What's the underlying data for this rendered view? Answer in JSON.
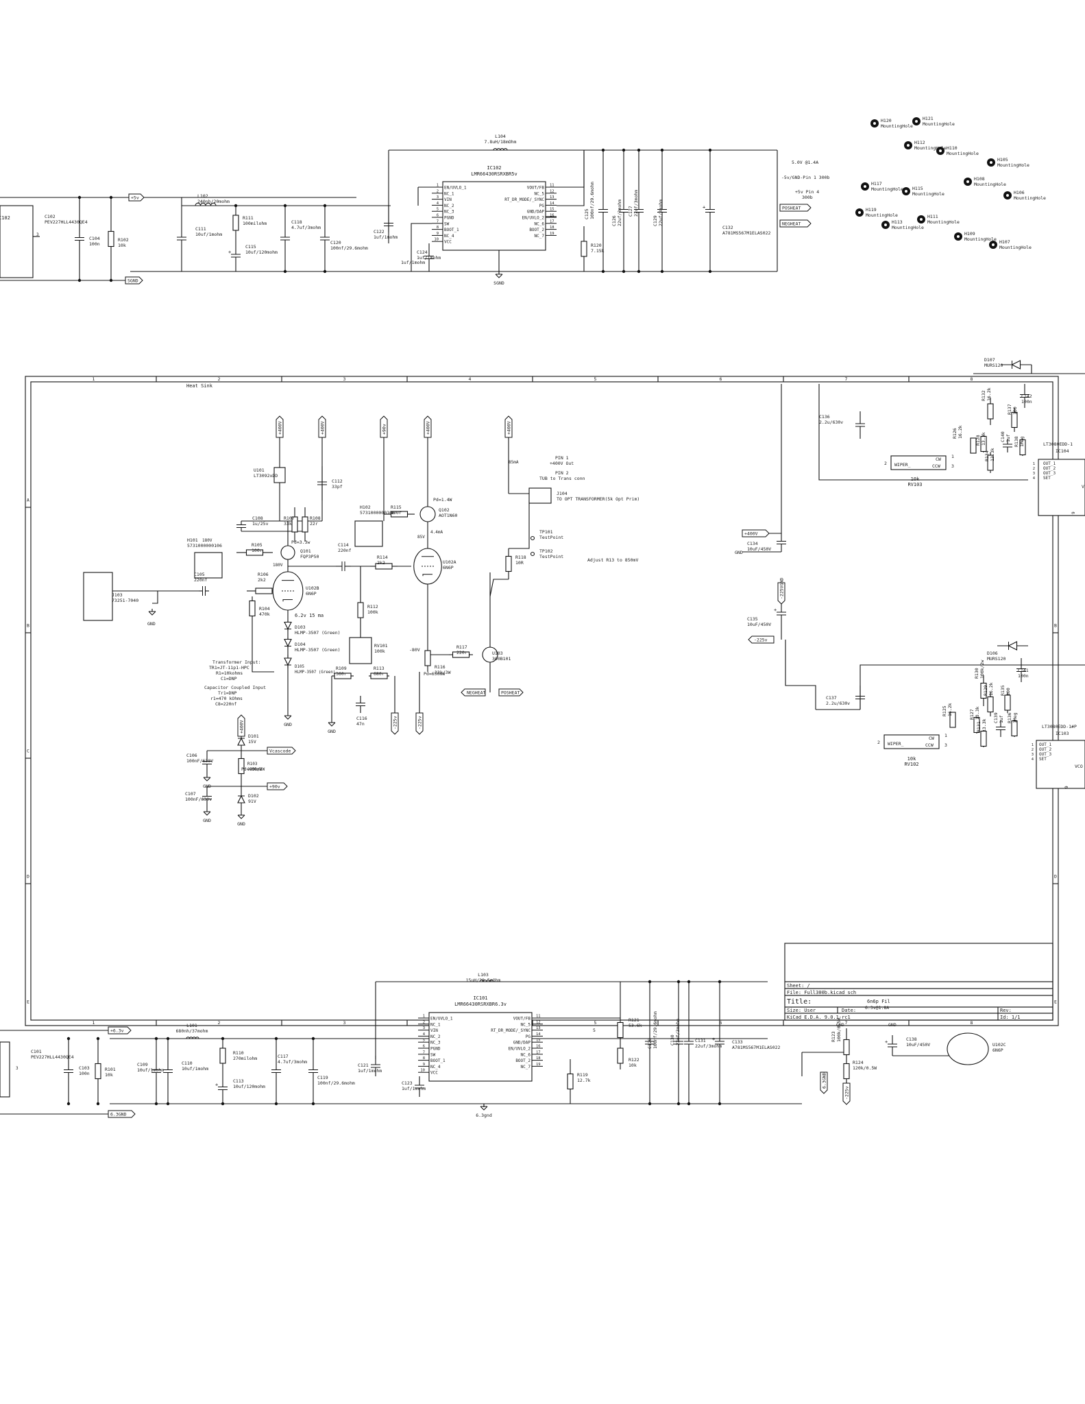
{
  "title_block": {
    "sheet": "Sheet: /",
    "file": "File: Full300b.kicad_sch",
    "title_label": "Title:",
    "size": "Size: User",
    "date": "Date:",
    "rev": "Rev:",
    "tool": "KiCad E.D.A. 9.0.1-rc1",
    "id": "Id: 1/1",
    "notes": [
      "6n6p Fil",
      "6.3v@1.8A"
    ]
  },
  "frame": {
    "columns": [
      "1",
      "2",
      "3",
      "4",
      "5",
      "6",
      "7",
      "8"
    ],
    "rows": [
      "A",
      "B",
      "C",
      "D",
      "E"
    ]
  },
  "notes": {
    "heat_sink": "Heat Sink",
    "out_5v": "5.0V @1.4A",
    "pin1": "-5v/GND-Pin 1 300b",
    "pin4a": "+5v Pin 4",
    "pin4b": "300b",
    "opt_pin1a": "PIN 1",
    "opt_pin1b": "+400V Out",
    "opt_pin2a": "PIN 2",
    "opt_pin2b": "TUB to Trans conn",
    "adjust": "Adjust R13 to 850mV",
    "tr1": [
      "Transformer Input:",
      "TR1=JT-11p1-HPC",
      "R1=10kohms",
      "C1=DNP"
    ],
    "tr2": [
      "Capacitor Coupled Input",
      "Tr1=DNP",
      "r1=470 kOhms",
      "C8=220nf"
    ],
    "pd14": "Pd=1.4W",
    "pd33": "Pd=3.3w",
    "pd650": "Pd=650mW",
    "i85": "85mA",
    "i44": "4.4mA",
    "v85": "85V",
    "v180": "180V",
    "vm80": "-80V",
    "cur": "6.2v 15 ma",
    "pd400": "Pd=400mW"
  },
  "net_labels": {
    "p5v": "+5v",
    "sgnd": "SGND",
    "posheat": "POSHEAT",
    "negheat": "NEGHEAT",
    "p63v": "+6.3v",
    "g63": "6.3GND",
    "g63low": "6.3gnd",
    "p400": "+400V",
    "p90": "+90v",
    "vcascode": "Vcascode",
    "m225": "-225v",
    "m225gnd": "-225VGND",
    "m225b": "-225v",
    "gnd": "GND"
  },
  "power_flags": [
    "+400V",
    "+400V",
    "+90v",
    "+400V",
    "+400V",
    "+400V",
    "-225v",
    "-225v",
    "6.3GND",
    "-225v"
  ],
  "mounting_holes": [
    {
      "ref": "H120",
      "val": "MountingHole"
    },
    {
      "ref": "H121",
      "val": "MountingHole"
    },
    {
      "ref": "H112",
      "val": "MountingHole"
    },
    {
      "ref": "H110",
      "val": "MountingHole"
    },
    {
      "ref": "H105",
      "val": "MountingHole"
    },
    {
      "ref": "H117",
      "val": "MountingHole"
    },
    {
      "ref": "H115",
      "val": "MountingHole"
    },
    {
      "ref": "H108",
      "val": "MountingHole"
    },
    {
      "ref": "H106",
      "val": "MountingHole"
    },
    {
      "ref": "H119",
      "val": "MountingHole"
    },
    {
      "ref": "H113",
      "val": "MountingHole"
    },
    {
      "ref": "H111",
      "val": "MountingHole"
    },
    {
      "ref": "H109",
      "val": "MountingHole"
    },
    {
      "ref": "H107",
      "val": "MountingHole"
    }
  ],
  "ic102": {
    "ref": "IC102",
    "value": "LMR66430RSRXBR5v",
    "left_pins": [
      "EN/UVLO_1",
      "NC_1",
      "VIN",
      "NC_2",
      "NC_3",
      "PGND",
      "SW",
      "BOOT_1",
      "NC_4",
      "VCC"
    ],
    "left_nums": [
      "1",
      "2",
      "3",
      "4",
      "5",
      "6",
      "7",
      "8",
      "9",
      "10"
    ],
    "right_pins": [
      "VOUT/FB",
      "NC_5",
      "RT_DR_MODE/_SYNC",
      "PG",
      "GND/DAP",
      "EN/UVLO_2",
      "NC_6",
      "BOOT_2",
      "NC_7"
    ],
    "right_nums": [
      "11",
      "12",
      "13",
      "14",
      "15",
      "16",
      "17",
      "18",
      "19"
    ]
  },
  "ic101": {
    "ref": "IC101",
    "value": "LMR66430RSRXBR6.3v",
    "left_pins": [
      "EN/UVLO_1",
      "NC_1",
      "VIN",
      "NC_2",
      "NC_3",
      "PGND",
      "SW",
      "BOOT_1",
      "NC_4",
      "VCC"
    ],
    "left_nums": [
      "1",
      "2",
      "3",
      "4",
      "5",
      "6",
      "7",
      "8",
      "9",
      "10"
    ],
    "right_pins": [
      "VOUT/FB",
      "NC_5",
      "RT_DR_MODE/_SYNC",
      "PG",
      "GND/DAP",
      "EN/UVLO_2",
      "NC_6",
      "BOOT_2",
      "NC_7"
    ],
    "right_nums": [
      "11",
      "12",
      "13",
      "14",
      "15",
      "16",
      "17",
      "18",
      "19"
    ]
  },
  "ic104": {
    "ref": "IC104",
    "value": "LT3080EDD-1",
    "pins": [
      "OUT_1",
      "OUT_2",
      "OUT_3",
      "SET"
    ],
    "nums": [
      "1",
      "2",
      "3",
      "4"
    ],
    "vcc": "V",
    "pin9": "9"
  },
  "ic103": {
    "ref": "IC103",
    "value": "LT3080EDD-1#P",
    "pins": [
      "OUT_1",
      "OUT_2",
      "OUT_3",
      "SET"
    ],
    "nums": [
      "1",
      "2",
      "3",
      "4"
    ],
    "vcc": "VCO",
    "pin9": "9"
  },
  "rv103": {
    "ref": "RV103",
    "value": "10k",
    "wiper": "WIPER_",
    "cw": "CW",
    "ccw": "CCW",
    "n2": "2",
    "n1": "1",
    "n3": "3"
  },
  "rv102": {
    "ref": "RV102",
    "value": "10k",
    "wiper": "WIPER_",
    "cw": "CW",
    "ccw": "CCW",
    "n2": "2",
    "n1": "1",
    "n3": "3"
  },
  "components": [
    {
      "ref": "C102",
      "val": "PEV227HLL4430QE4"
    },
    {
      "ref": "C104",
      "val": "100n"
    },
    {
      "ref": "R102",
      "val": "10k"
    },
    {
      "ref": "L102",
      "val": "240nh/20mohm"
    },
    {
      "ref": "C111",
      "val": "10uf/1mohm"
    },
    {
      "ref": "R111",
      "val": "100milohm"
    },
    {
      "ref": "C115",
      "val": "10uf/120mohm"
    },
    {
      "ref": "C118",
      "val": "4.7uf/3mohm"
    },
    {
      "ref": "C120",
      "val": "100nf/29.6mohm"
    },
    {
      "ref": "L104",
      "val": "7.8uH/18mOhm"
    },
    {
      "ref": "C122",
      "val": "1uf/1mohm"
    },
    {
      "ref": "C124",
      "val": "1uf/1mohm"
    },
    {
      "ref": "R120",
      "val": "7.15k"
    },
    {
      "ref": "C125",
      "val": "100nf/29.6mohm"
    },
    {
      "ref": "C126",
      "val": "22uf/3mohm"
    },
    {
      "ref": "C127",
      "val": "22uf/3mohm"
    },
    {
      "ref": "C129",
      "val": "22uf/3mohm"
    },
    {
      "ref": "C132",
      "val": "A781MS567M1ELAS022"
    },
    {
      "ref": "U101",
      "val": "LT3092xDD"
    },
    {
      "ref": "C112",
      "val": "33pf"
    },
    {
      "ref": "C108",
      "val": "1u/25v"
    },
    {
      "ref": "R107",
      "val": "33k"
    },
    {
      "ref": "R108",
      "val": "22r"
    },
    {
      "ref": "H102",
      "val": "5731000000106"
    },
    {
      "ref": "R115",
      "val": "100r"
    },
    {
      "ref": "Q102",
      "val": "AOT1N60"
    },
    {
      "ref": "H101",
      "val": "5731000000106"
    },
    {
      "ref": "R105",
      "val": "100r"
    },
    {
      "ref": "Q101",
      "val": "FQP3P50"
    },
    {
      "ref": "C114",
      "val": "220nf"
    },
    {
      "ref": "C105",
      "val": "220nf"
    },
    {
      "ref": "R106",
      "val": "2k2"
    },
    {
      "ref": "R114",
      "val": "2k2"
    },
    {
      "ref": "U102A",
      "val": "6N6P"
    },
    {
      "ref": "U102B",
      "val": "6N6P"
    },
    {
      "ref": "J103",
      "val": "73251-7040"
    },
    {
      "ref": "R104",
      "val": "470k"
    },
    {
      "ref": "R112",
      "val": "100k"
    },
    {
      "ref": "D103",
      "val": "HLMP-3507 (Green)"
    },
    {
      "ref": "D104",
      "val": "HLMP-3507 (Green)"
    },
    {
      "ref": "D105",
      "val": "HLMP-3507 (Green)"
    },
    {
      "ref": "RV101",
      "val": "100k"
    },
    {
      "ref": "R109",
      "val": "360r"
    },
    {
      "ref": "R113",
      "val": "680r"
    },
    {
      "ref": "C116",
      "val": "47n"
    },
    {
      "ref": "R116",
      "val": "33k/3W"
    },
    {
      "ref": "R117",
      "val": "220r"
    },
    {
      "ref": "U103",
      "val": "300B101"
    },
    {
      "ref": "J104",
      "val": "TO OPT TRANSFORMER(5k Opt Prim)"
    },
    {
      "ref": "TP101",
      "val": "TestPoint"
    },
    {
      "ref": "TP102",
      "val": "TestPoint"
    },
    {
      "ref": "R118",
      "val": "10R"
    },
    {
      "ref": "D101",
      "val": "15V"
    },
    {
      "ref": "C106",
      "val": "100nF/630V"
    },
    {
      "ref": "R103",
      "val": "220k/2W"
    },
    {
      "ref": "C107",
      "val": "100nF/630v"
    },
    {
      "ref": "D102",
      "val": "91V"
    },
    {
      "ref": "C134",
      "val": "10uF/450V"
    },
    {
      "ref": "C135",
      "val": "10uF/450V"
    },
    {
      "ref": "C136",
      "val": "2.2u/630v"
    },
    {
      "ref": "C137",
      "val": "2.2u/630v"
    },
    {
      "ref": "D107",
      "val": "MURS120"
    },
    {
      "ref": "D106",
      "val": "MURS120"
    },
    {
      "ref": "C142",
      "val": "100n"
    },
    {
      "ref": "C141",
      "val": "100n"
    },
    {
      "ref": "R132",
      "val": "16.2k"
    },
    {
      "ref": "R133",
      "val": "100k/2w"
    },
    {
      "ref": "R137",
      "val": "100"
    },
    {
      "ref": "R126",
      "val": "16.2k"
    },
    {
      "ref": "R128",
      "val": "13.3k"
    },
    {
      "ref": "R134",
      "val": "13.3k"
    },
    {
      "ref": "C140",
      "val": "1uf"
    },
    {
      "ref": "R138",
      "val": "1Meg"
    },
    {
      "ref": "R130",
      "val": "100k/2w"
    },
    {
      "ref": "R129",
      "val": "16.2k"
    },
    {
      "ref": "R135",
      "val": "100"
    },
    {
      "ref": "R125",
      "val": "16.2k"
    },
    {
      "ref": "R127",
      "val": "13.3k"
    },
    {
      "ref": "R131",
      "val": "13.3k"
    },
    {
      "ref": "C139",
      "val": "1uf"
    },
    {
      "ref": "R136",
      "val": "1Meg"
    },
    {
      "ref": "L103",
      "val": "15uH/28.5mOhm"
    },
    {
      "ref": "C101",
      "val": "PEV227HLL4430QE4"
    },
    {
      "ref": "C103",
      "val": "100n"
    },
    {
      "ref": "R101",
      "val": "10k"
    },
    {
      "ref": "L101",
      "val": "680nh/37mohm"
    },
    {
      "ref": "C109",
      "val": "10uf/1mohm"
    },
    {
      "ref": "C110",
      "val": "10uf/1mohm"
    },
    {
      "ref": "R110",
      "val": "270milohm"
    },
    {
      "ref": "C113",
      "val": "10uf/120mohm"
    },
    {
      "ref": "C117",
      "val": "4.7uf/3mohm"
    },
    {
      "ref": "C119",
      "val": "100nf/29.6mohm"
    },
    {
      "ref": "C121",
      "val": "1uf/1mohm"
    },
    {
      "ref": "C123",
      "val": "1uf/1mohm"
    },
    {
      "ref": "R121",
      "val": "53.6k"
    },
    {
      "ref": "R122",
      "val": "10k"
    },
    {
      "ref": "R119",
      "val": "12.7k"
    },
    {
      "ref": "C128",
      "val": "100nf/29.6mohm"
    },
    {
      "ref": "C130",
      "val": "22uf/3mohm"
    },
    {
      "ref": "C131",
      "val": "22uf/3mohm"
    },
    {
      "ref": "C133",
      "val": "A781MS567M1ELAS022"
    },
    {
      "ref": "R123",
      "val": "100k/0.5W"
    },
    {
      "ref": "R124",
      "val": "120k/0.5W"
    },
    {
      "ref": "C138",
      "val": "10uF/450V"
    },
    {
      "ref": "U102C",
      "val": "6N6P"
    }
  ]
}
